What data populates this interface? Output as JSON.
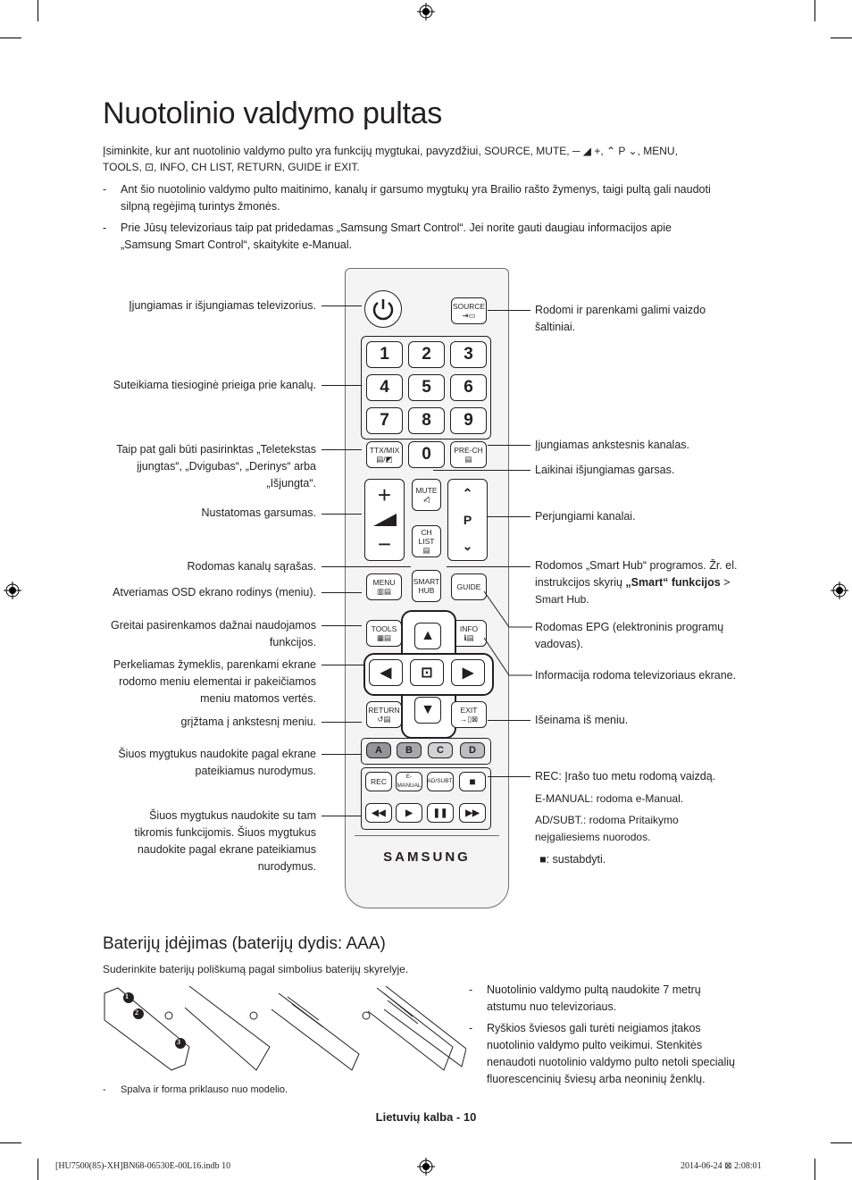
{
  "title": "Nuotolinio valdymo pultas",
  "intro": {
    "line1_pre": "Įsiminkite, kur ant nuotolinio valdymo pulto yra funkcijų mygtukai, pavyzdžiui, ",
    "line1_keys": "SOURCE, MUTE, ─ ◢ +, ⌃ P ⌄, MENU,",
    "line2_keys": "TOOLS, ⊡, INFO, CH LIST, RETURN, GUIDE",
    "line2_mid": " ir ",
    "line2_end": "EXIT."
  },
  "notes": [
    {
      "l1": "Ant šio nuotolinio valdymo pulto maitinimo, kanalų ir garsumo mygtukų yra Brailio rašto žymenys, taigi pultą gali naudoti",
      "l2": "silpną regėjimą turintys žmonės."
    },
    {
      "l1": "Prie Jūsų televizoriaus taip pat pridedamas „Samsung Smart Control“. Jei norite gauti daugiau informacijos apie",
      "l2": "„Samsung Smart Control“, skaitykite e-Manual."
    }
  ],
  "left_labels": {
    "power": "Įjungiamas ir išjungiamas televizorius.",
    "numbers": "Suteikiama tiesioginė prieiga prie kanalų.",
    "ttx_1": "Taip pat gali būti pasirinktas „Teletekstas",
    "ttx_2": "įjungtas“, „Dvigubas“, „Derinys“ arba",
    "ttx_3": "„Išjungta“.",
    "volume": "Nustatomas garsumas.",
    "chlist": "Rodomas kanalų sąrašas.",
    "menu": "Atveriamas OSD ekrano rodinys (meniu).",
    "tools_1": "Greitai pasirenkamos dažnai naudojamos",
    "tools_2": "funkcijos.",
    "nav_1": "Perkeliamas žymeklis, parenkami ekrane",
    "nav_2": "rodomo meniu elementai ir pakeičiamos",
    "nav_3": "meniu matomos vertės.",
    "return": "grįžtama į ankstesnį meniu.",
    "color_1": "Šiuos mygtukus naudokite pagal ekrane",
    "color_2": "pateikiamus nurodymus.",
    "media_1": "Šiuos mygtukus naudokite su tam",
    "media_2": "tikromis funkcijomis. Šiuos mygtukus",
    "media_3": "naudokite pagal ekrane pateikiamus",
    "media_4": "nurodymus."
  },
  "right_labels": {
    "source_1": "Rodomi ir parenkami galimi vaizdo",
    "source_2": "šaltiniai.",
    "prech": "Įjungiamas ankstesnis kanalas.",
    "mute": "Laikinai išjungiamas garsas.",
    "channel": "Perjungiami kanalai.",
    "smarthub_1": "Rodomos „Smart Hub“ programos. Žr. el.",
    "smarthub_2a": "instrukcijos skyrių ",
    "smarthub_2b": "„Smart“ funkcijos",
    "smarthub_2c": " >",
    "smarthub_3": "Smart Hub",
    "smarthub_3b": ".",
    "guide_1a": "Rodomas ",
    "guide_1b": "EPG",
    "guide_1c": " (elektroninis programų",
    "guide_2": "vadovas).",
    "info": "Informacija rodoma televizoriaus ekrane.",
    "exit": "Išeinama iš meniu.",
    "rec_a": "REC",
    "rec_b": ": Įrašo tuo metu rodomą vaizdą.",
    "emanual_a": "E-MANUAL",
    "emanual_b": ": rodoma ",
    "emanual_c": "e-Manual",
    "emanual_d": ".",
    "adsubt_a": "AD/SUBT.",
    "adsubt_b": ": rodoma ",
    "adsubt_c": "Pritaikymo",
    "adsubt_d": "neįgaliesiems nuorodos",
    "adsubt_e": ".",
    "stop": "■: sustabdyti."
  },
  "remote": {
    "source": "SOURCE",
    "digits": [
      "1",
      "2",
      "3",
      "4",
      "5",
      "6",
      "7",
      "8",
      "9",
      "0"
    ],
    "ttx": "TTX/MIX",
    "prech": "PRE-CH",
    "mute": "MUTE",
    "chlist": "CH LIST",
    "p": "P",
    "menu": "MENU",
    "smart": "SMART",
    "hub": "HUB",
    "guide": "GUIDE",
    "tools": "TOOLS",
    "info": "INFO",
    "return": "RETURN",
    "exit": "EXIT",
    "colors": [
      "A",
      "B",
      "C",
      "D"
    ],
    "rec": "REC",
    "emanual": "E-MANUAL",
    "adsubt": "AD/SUBT.",
    "brand": "SAMSUNG"
  },
  "battery": {
    "heading": "Baterijų įdėjimas (baterijų dydis: AAA)",
    "sub": "Suderinkite baterijų poliškumą pagal simbolius baterijų skyrelyje.",
    "steps": [
      "1",
      "2",
      "3"
    ],
    "note": "Spalva ir forma priklauso nuo modelio.",
    "tips": [
      {
        "l1": "Nuotolinio valdymo pultą naudokite 7 metrų",
        "l2": "atstumu nuo televizoriaus."
      },
      {
        "l1": "Ryškios šviesos gali turėti neigiamos įtakos",
        "l2": "nuotolinio valdymo pulto veikimui. Stenkitės",
        "l3": "nenaudoti nuotolinio valdymo pulto netoli specialių",
        "l4": "fluorescencinių šviesų arba neoninių ženklų."
      }
    ]
  },
  "footer": "Lietuvių kalba - 10",
  "slug_left": "[HU7500(85)-XH]BN68-06530E-00L16.indb   10",
  "slug_right": "2014-06-24   ⊠ 2:08:01"
}
